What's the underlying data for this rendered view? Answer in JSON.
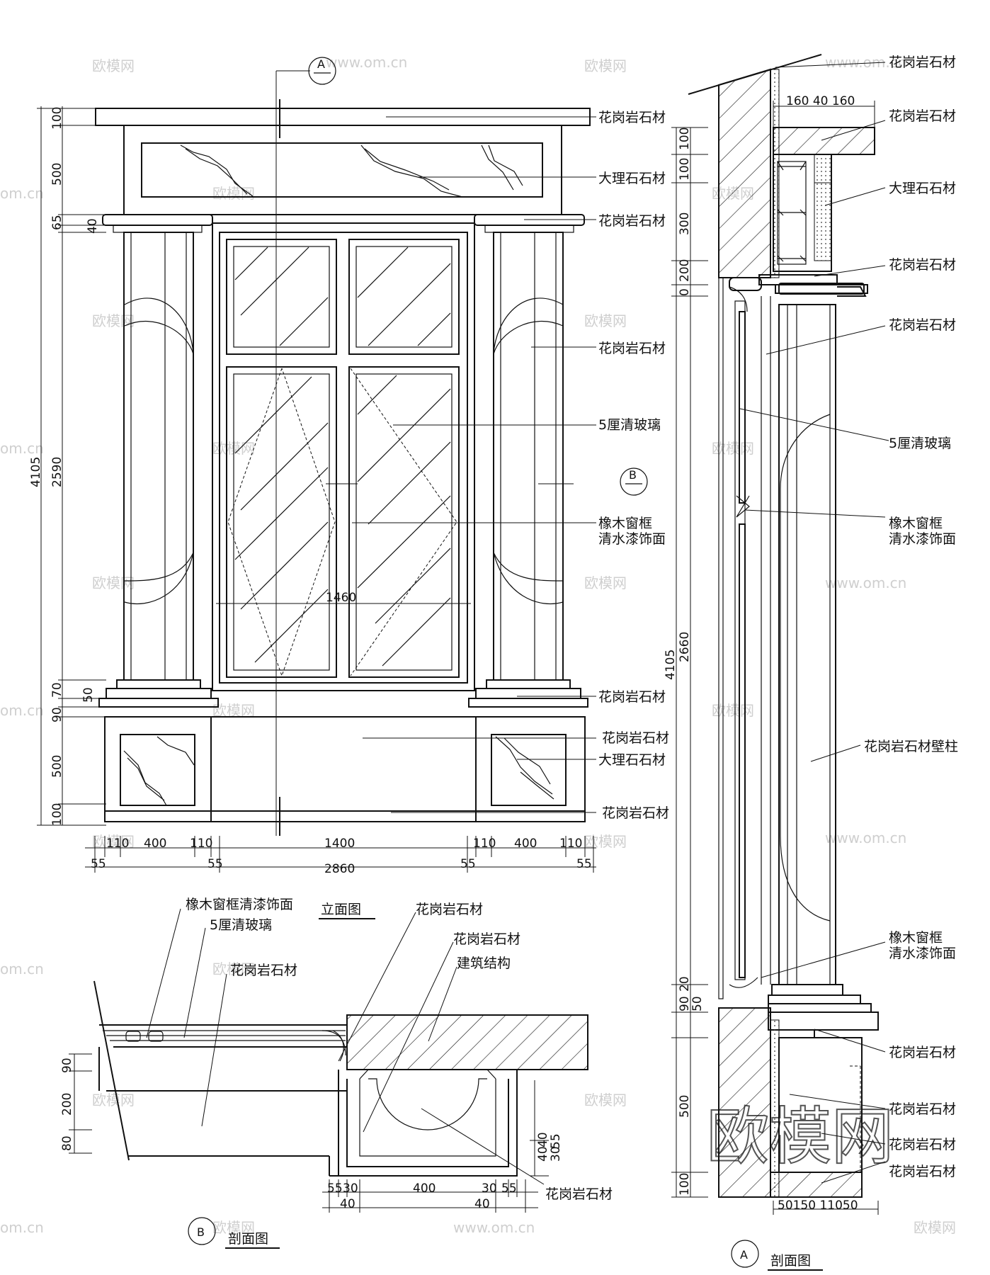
{
  "watermark": {
    "brand": "欧模网",
    "site": "www.om.cn",
    "site_short": "om.cn"
  },
  "section_markers": {
    "a": "A",
    "b": "B"
  },
  "labels": {
    "granite": "花岗岩石材",
    "marble": "大理石石材",
    "glass": "5厘清玻璃",
    "oak_line1": "橡木窗框",
    "oak_line2": "清水漆饰面",
    "oak_full": "橡木窗框清漆饰面",
    "pilaster": "花岗岩石材壁柱",
    "structure": "建筑结构"
  },
  "titles": {
    "elevation": "立面图",
    "section_b": "剖面图",
    "section_a": "剖面图"
  },
  "dims_left": {
    "d100_top": "100",
    "d500": "500",
    "d65": "65",
    "d40": "40",
    "d2590": "2590",
    "d4105": "4105",
    "d90": "90",
    "d70": "70",
    "d50": "50",
    "d500_base": "500",
    "d100_bot": "100"
  },
  "dims_window": {
    "inner_width": "1460"
  },
  "dims_bottom": {
    "d110a": "110",
    "d400a": "400",
    "d110b": "110",
    "d1400": "1400",
    "d110c": "110",
    "d400b": "400",
    "d110d": "110",
    "d55a": "55",
    "d55b": "55",
    "d55c": "55",
    "d55d": "55",
    "total": "2860"
  },
  "dims_section_b": {
    "d90": "90",
    "d200": "200",
    "d80": "80",
    "d55a": "55",
    "d30a": "30",
    "d400": "400",
    "d30b": "30",
    "d55b": "55",
    "d40a": "40",
    "d40b": "40",
    "r_40a": "40",
    "r_40b": "40",
    "r_55": "55",
    "r_30": "30"
  },
  "dims_section_a": {
    "top_row": "160 40 160",
    "d100a": "100",
    "d100b": "100",
    "d300": "300",
    "d200": "200",
    "d0": "0",
    "d4105": "4105",
    "d2660": "2660",
    "d90": "90",
    "d20": "20",
    "d50": "50",
    "d500": "500",
    "d100": "100",
    "bottom_row": "50150 11050"
  }
}
